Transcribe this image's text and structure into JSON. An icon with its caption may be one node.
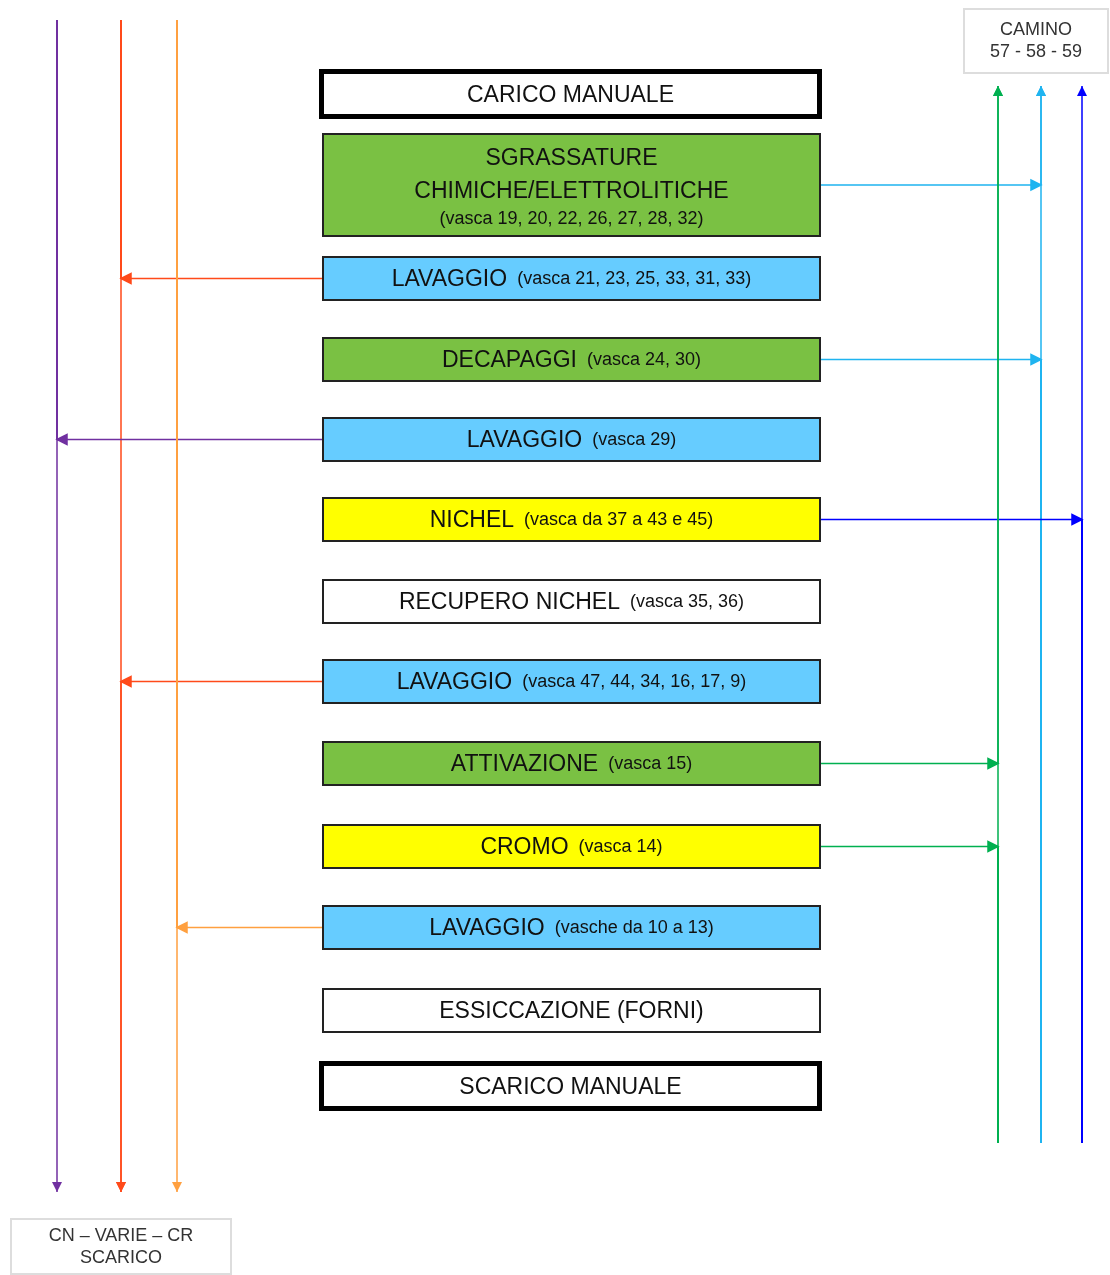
{
  "diagram": {
    "nodes": [
      {
        "text": [
          "CAMINO",
          "57 - 58 - 59"
        ]
      },
      {
        "text": [
          "CARICO MANUALE"
        ]
      },
      {
        "text": [
          "SGRASSATURE CHIMICHE/ELETTROLITICHE",
          "(vasca 19, 20, 22, 26, 27, 28, 32)"
        ]
      },
      {
        "text": [
          "LAVAGGIO",
          "(vasca 21, 23, 25, 33, 31, 33)"
        ]
      },
      {
        "text": [
          "DECAPAGGI",
          "(vasca 24, 30)"
        ]
      },
      {
        "text": [
          "LAVAGGIO",
          "(vasca 29)"
        ]
      },
      {
        "text": [
          "NICHEL",
          "(vasca da 37 a 43 e 45)"
        ]
      },
      {
        "text": [
          "RECUPERO NICHEL",
          "(vasca 35, 36)"
        ]
      },
      {
        "text": [
          "LAVAGGIO",
          "(vasca 47, 44, 34, 16, 17, 9)"
        ]
      },
      {
        "text": [
          "ATTIVAZIONE",
          "(vasca 15)"
        ]
      },
      {
        "text": [
          "CROMO",
          "(vasca 14)"
        ]
      },
      {
        "text": [
          "LAVAGGIO",
          "(vasche da 10 a 13)"
        ]
      },
      {
        "text": [
          "ESSICCAZIONE (FORNI)"
        ]
      },
      {
        "text": [
          "SCARICO MANUALE"
        ]
      },
      {
        "text": [
          "CN – VARIE – CR",
          "SCARICO"
        ]
      }
    ],
    "edges": [
      {
        "from": 2,
        "to": 0,
        "arrow": "to",
        "color": "#1fb4f0"
      },
      {
        "from": 3,
        "to": 14,
        "arrow": "to",
        "color": "#ff4a1a"
      },
      {
        "from": 4,
        "to": 0,
        "arrow": "to",
        "color": "#1fb4f0"
      },
      {
        "from": 5,
        "to": 14,
        "arrow": "to",
        "color": "#7030a0"
      },
      {
        "from": 6,
        "to": 0,
        "arrow": "to",
        "color": "#0000ff"
      },
      {
        "from": 8,
        "to": 14,
        "arrow": "to",
        "color": "#ff4a1a"
      },
      {
        "from": 9,
        "to": 0,
        "arrow": "to",
        "color": "#00b050"
      },
      {
        "from": 10,
        "to": 0,
        "arrow": "to",
        "color": "#00b050"
      },
      {
        "from": 11,
        "to": 14,
        "arrow": "to",
        "color": "#ffa040"
      }
    ]
  }
}
